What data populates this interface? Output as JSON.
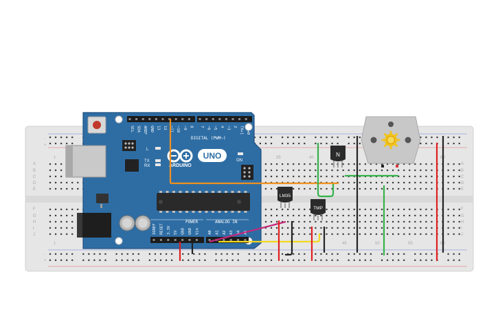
{
  "canvas": {
    "background": "#ffffff"
  },
  "breadboard": {
    "row_letters_top": [
      "A",
      "B",
      "C",
      "D",
      "E"
    ],
    "row_letters_bottom": [
      "F",
      "G",
      "H",
      "I",
      "J"
    ],
    "column_numbers": [
      "1",
      "35",
      "40",
      "45",
      "50",
      "55",
      "60"
    ],
    "rail_plus": "+",
    "rail_minus": "-",
    "colors": {
      "body": "#e6e6e6",
      "hole": "#3a3a3a",
      "rail_red": "#e23b3b",
      "rail_blue": "#3b5fe2"
    }
  },
  "arduino": {
    "brand": "ARDUINO",
    "model": "UNO",
    "digital_label": "DIGITAL (PWM~)",
    "on_label": "ON",
    "tx_label": "TX",
    "rx_label": "RX",
    "l_label": "L",
    "power_label": "POWER",
    "analog_label": "ANALOG IN",
    "top_pins": [
      "SCL",
      "SDA",
      "AREF",
      "GND",
      "13",
      "12",
      "~11",
      "~10",
      "~9",
      "8",
      "7",
      "~6",
      "~5",
      "4",
      "~3",
      "2",
      "TX▸1",
      "RX◂0"
    ],
    "power_pins": [
      "IOREF",
      "RESET",
      "3.3V",
      "5V",
      "GND",
      "GND",
      "Vin"
    ],
    "analog_pins": [
      "A0",
      "A1",
      "A2",
      "A3",
      "A4",
      "A5"
    ],
    "colors": {
      "board": "#2e6da4",
      "board_edge": "#1f5080"
    }
  },
  "components": {
    "lm35_label": "LM35",
    "tmp_label": "TMP",
    "transistor_label": "N",
    "motor_icon": "motor-fan-icon"
  },
  "wires": {
    "colors": {
      "orange": "#f0901e",
      "green": "#33b24a",
      "yellow": "#f2d81e",
      "magenta": "#c2287a",
      "red": "#e02020",
      "black": "#222222"
    }
  }
}
